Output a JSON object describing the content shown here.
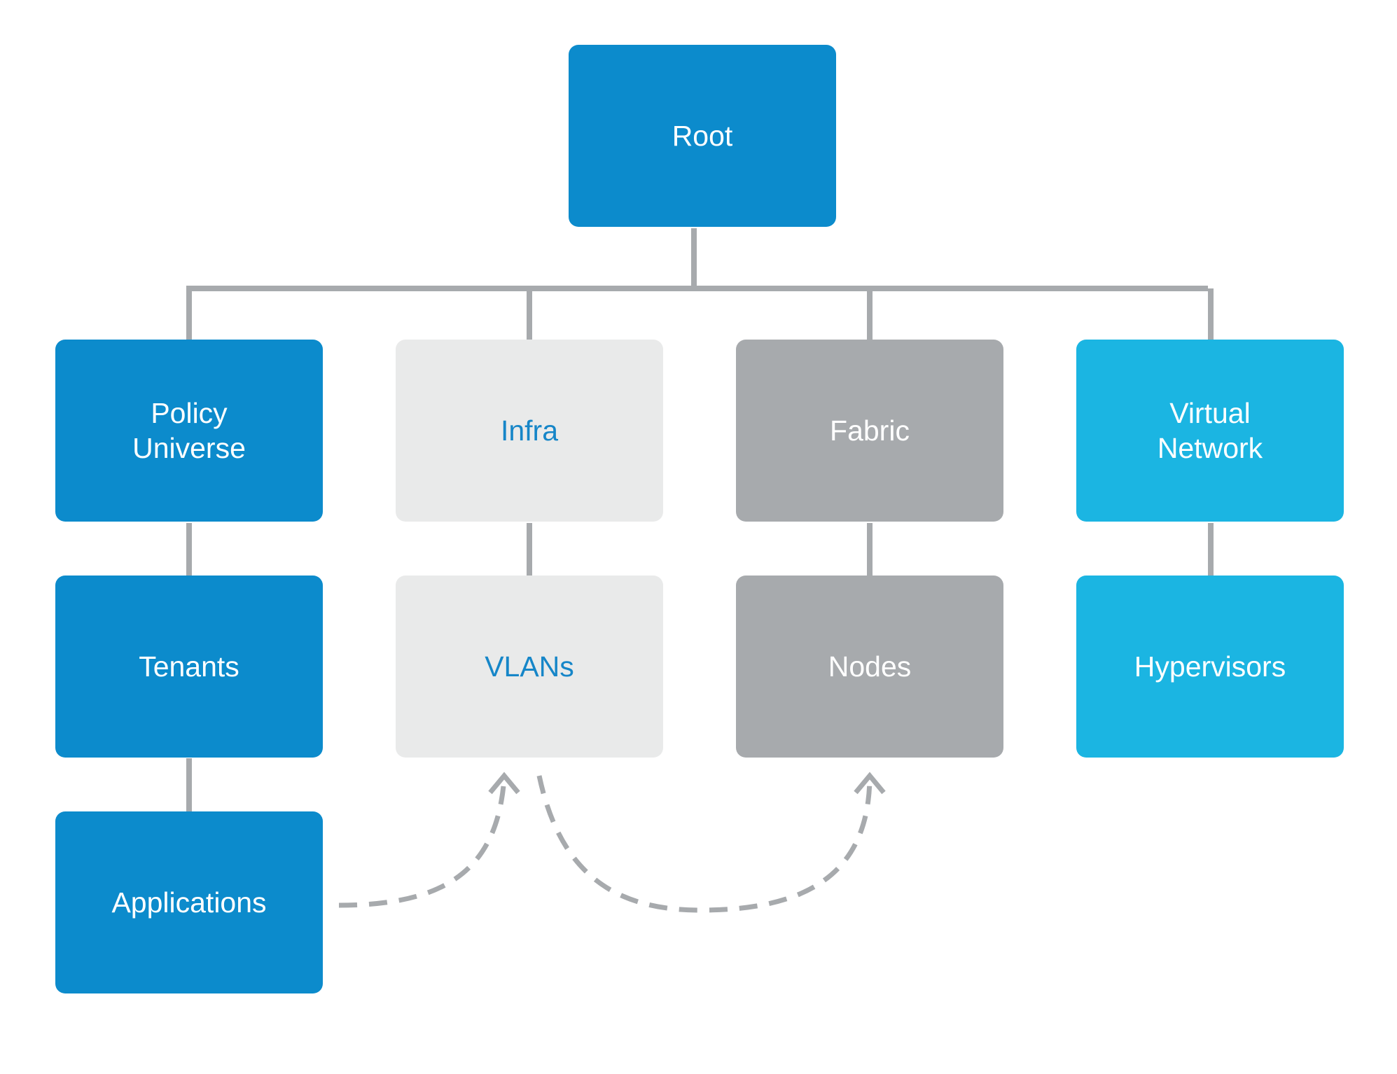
{
  "colors": {
    "primary_blue": "#0c8bcc",
    "light_gray": "#e9eaea",
    "medium_gray": "#a7aaad",
    "cyan": "#1bb5e2",
    "connector": "#a7aaad",
    "dashed_arrow": "#a7aaad"
  },
  "nodes": {
    "root": "Root",
    "policy_universe": "Policy\nUniverse",
    "infra": "Infra",
    "fabric": "Fabric",
    "virtual_network": "Virtual\nNetwork",
    "tenants": "Tenants",
    "vlans": "VLANs",
    "nodes": "Nodes",
    "hypervisors": "Hypervisors",
    "applications": "Applications"
  },
  "edges": [
    {
      "from": "root",
      "to": "policy_universe",
      "style": "solid"
    },
    {
      "from": "root",
      "to": "infra",
      "style": "solid"
    },
    {
      "from": "root",
      "to": "fabric",
      "style": "solid"
    },
    {
      "from": "root",
      "to": "virtual_network",
      "style": "solid"
    },
    {
      "from": "policy_universe",
      "to": "tenants",
      "style": "solid"
    },
    {
      "from": "tenants",
      "to": "applications",
      "style": "solid"
    },
    {
      "from": "infra",
      "to": "vlans",
      "style": "solid"
    },
    {
      "from": "fabric",
      "to": "nodes",
      "style": "solid"
    },
    {
      "from": "virtual_network",
      "to": "hypervisors",
      "style": "solid"
    },
    {
      "from": "applications",
      "to": "vlans",
      "style": "dashed-arrow"
    },
    {
      "from": "vlans",
      "to": "nodes",
      "style": "dashed-arrow"
    }
  ]
}
